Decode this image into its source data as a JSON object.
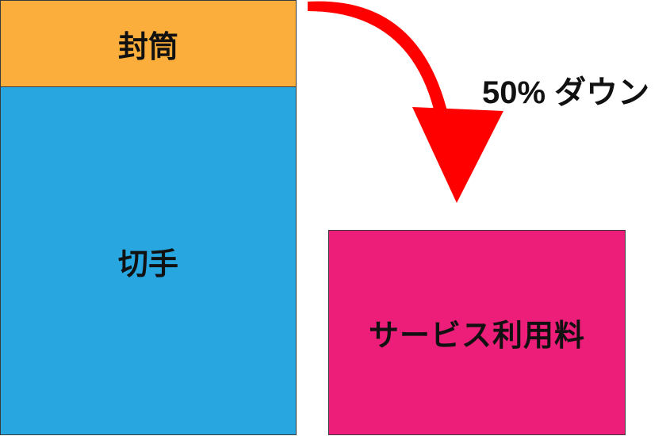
{
  "boxes": {
    "envelope": {
      "label": "封筒",
      "color": "#FBAE3C"
    },
    "stamp": {
      "label": "切手",
      "color": "#28A6E0"
    },
    "service_fee": {
      "label": "サービス利用料",
      "color": "#EC1E79"
    }
  },
  "annotation": {
    "text": "50% ダウン",
    "arrow_color": "#FF0000"
  }
}
